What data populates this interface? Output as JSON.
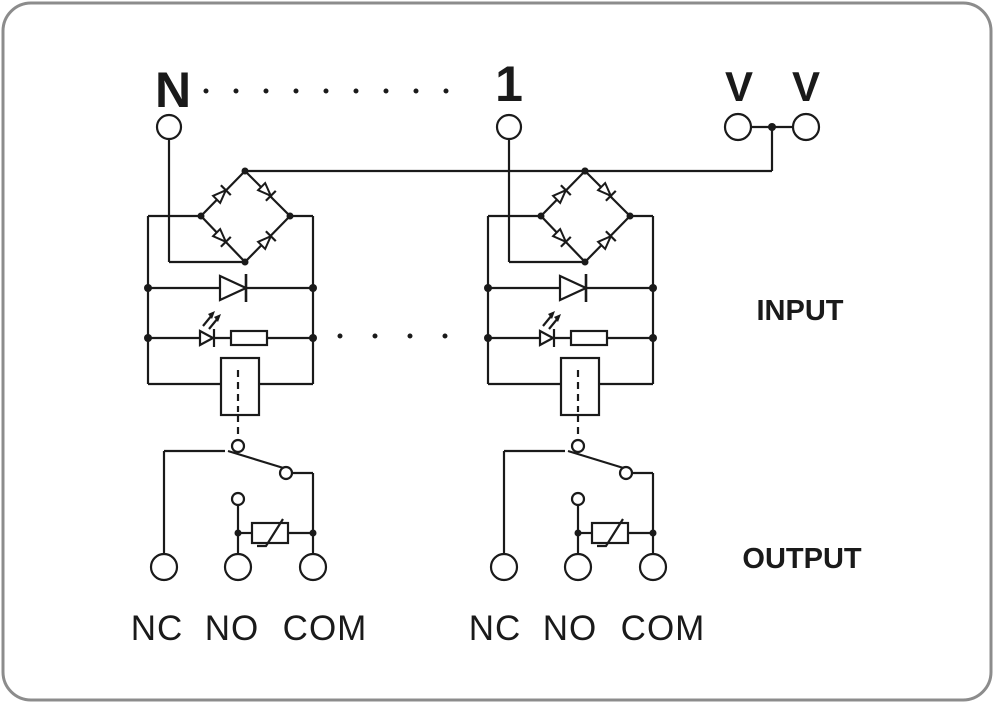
{
  "labels": {
    "channel_n": "N",
    "channel_1": "1",
    "supply_left": "V",
    "supply_right": "V",
    "input": "INPUT",
    "output": "OUTPUT"
  },
  "channels": [
    {
      "id": "N",
      "terminals": [
        "NC",
        "NO",
        "COM"
      ]
    },
    {
      "id": "1",
      "terminals": [
        "NC",
        "NO",
        "COM"
      ]
    }
  ],
  "colors": {
    "line": "#1a1a1a",
    "frame": "#8c8c8c",
    "background": "#ffffff"
  }
}
